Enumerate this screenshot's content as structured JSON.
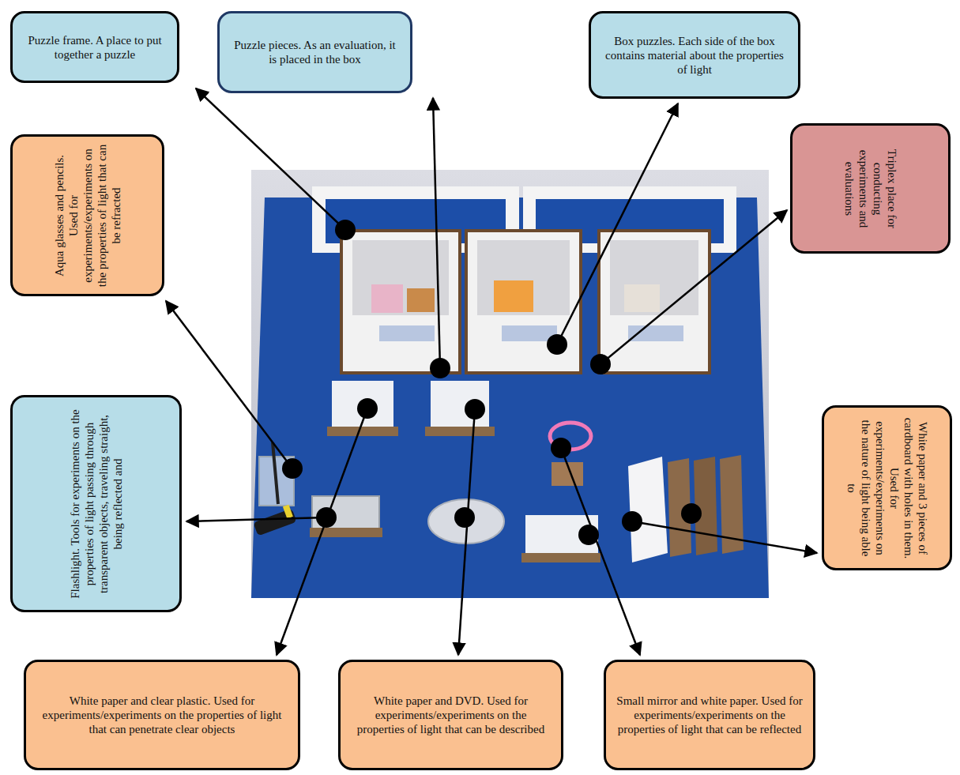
{
  "diagram": {
    "nodes": [
      {
        "text": [
          "Puzzle frame. A place to put together a puzzle"
        ]
      },
      {
        "text": [
          "Puzzle pieces. As an evaluation, it is placed in the box"
        ]
      },
      {
        "text": [
          "Box puzzles. Each side of the box contains material about the properties of light"
        ]
      },
      {
        "text": [
          "Aqua glasses and pencils. Used for experiments/experiments on the properties of light that can be refracted"
        ]
      },
      {
        "text": [
          "Triplex place for conducting experiments and evaluations"
        ]
      },
      {
        "text": [
          "Flashlight. Tools for experiments on the properties of light passing through transparent objects, traveling straight, being reflected and"
        ]
      },
      {
        "text": [
          "White paper and 3 pieces of cardboard with holes in them. Used for experiments/experiments on the nature of light being able to"
        ]
      },
      {
        "text": [
          "White paper and clear plastic. Used for experiments/experiments on the properties of light that can penetrate clear objects"
        ]
      },
      {
        "text": [
          "White paper and DVD. Used for experiments/experiments on the properties of light that can be described"
        ]
      },
      {
        "text": [
          "Small mirror and white paper. Used for experiments/experiments on the properties of light that can be reflected"
        ]
      }
    ]
  }
}
